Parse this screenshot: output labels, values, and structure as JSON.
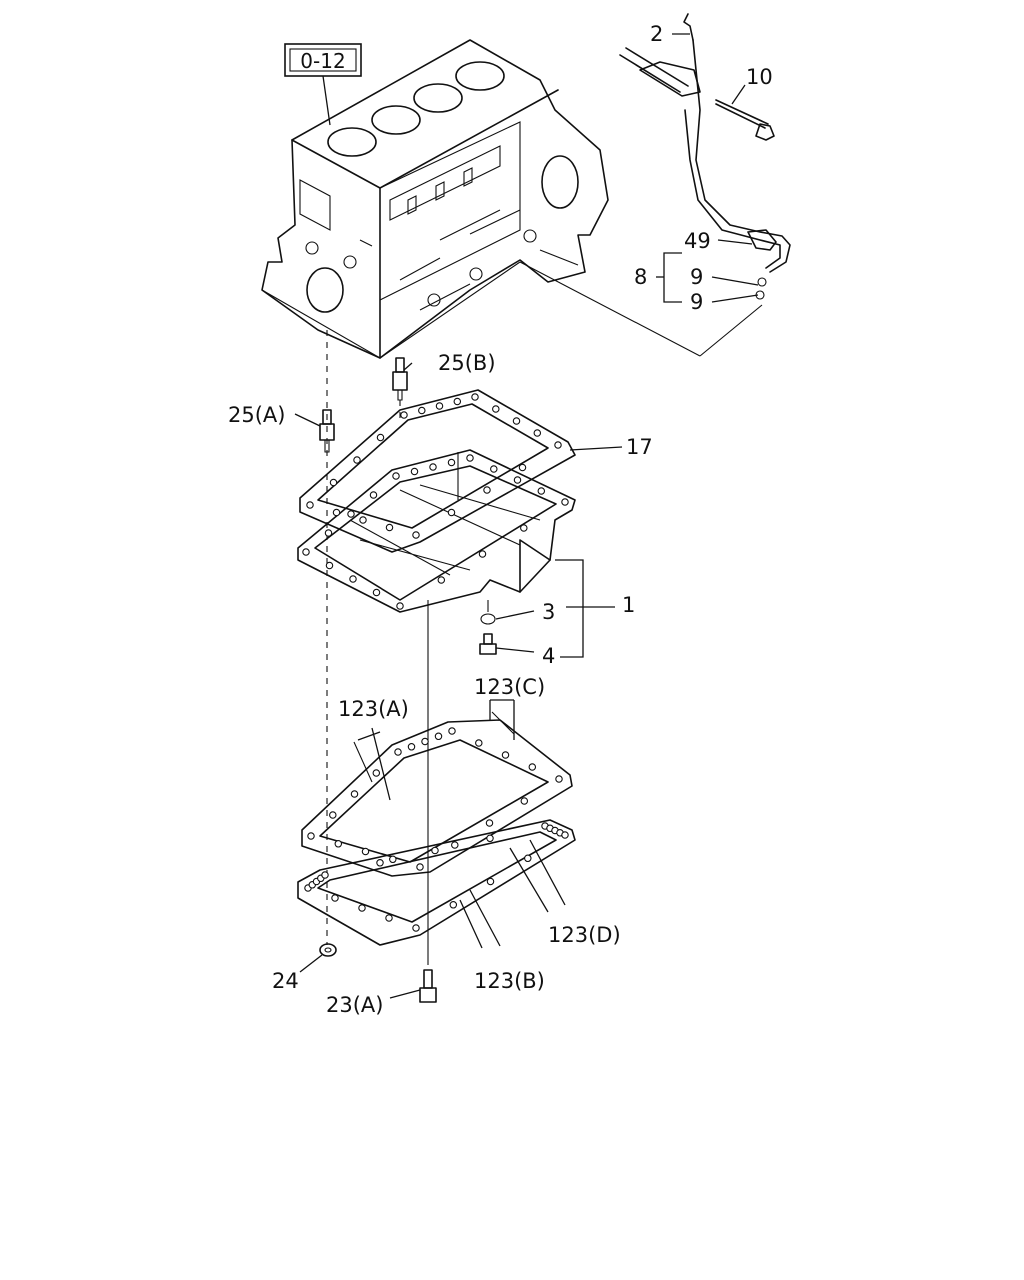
{
  "reference_box": "0-12",
  "callouts": {
    "p2": "2",
    "p10": "10",
    "p49": "49",
    "p8": "8",
    "p9a": "9",
    "p9b": "9",
    "p25b": "25(B)",
    "p25a": "25(A)",
    "p17": "17",
    "p3": "3",
    "p1": "1",
    "p4": "4",
    "p123c": "123(C)",
    "p123a": "123(A)",
    "p123d": "123(D)",
    "p123b": "123(B)",
    "p24": "24",
    "p23a": "23(A)"
  }
}
